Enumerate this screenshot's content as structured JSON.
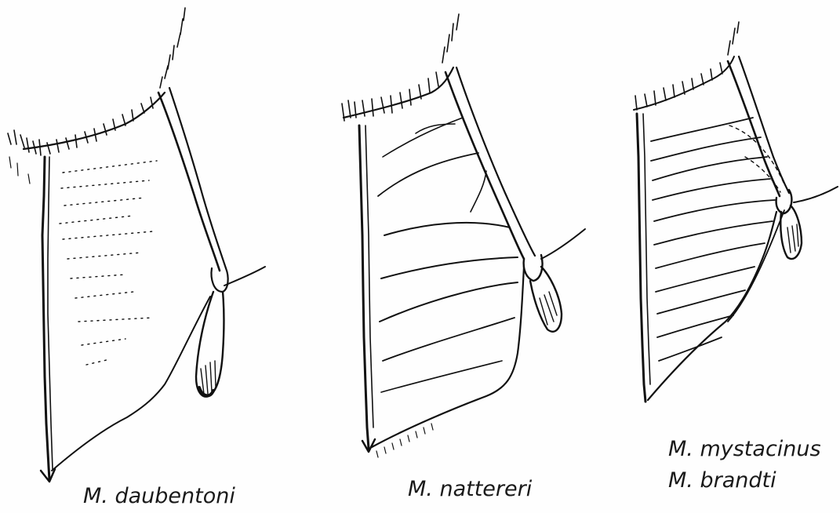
{
  "figure": {
    "labels": {
      "daubentoni": "M. daubentoni",
      "nattereri": "M. nattereri",
      "mystacinus": "M. mystacinus",
      "brandti": "M. brandti"
    },
    "ink_color": "#111111",
    "paper_color": "#fefefe"
  }
}
